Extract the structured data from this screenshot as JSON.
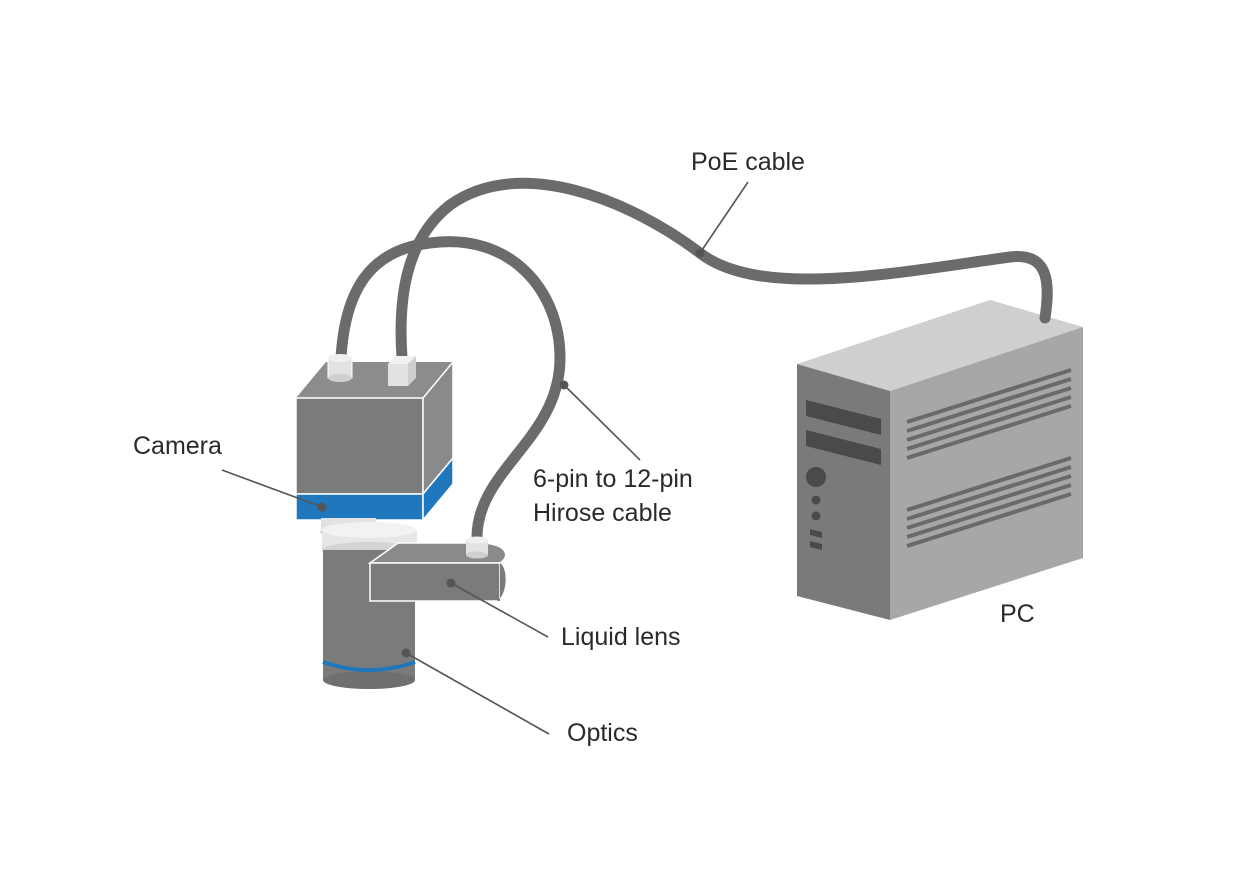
{
  "labels": {
    "poe_cable": "PoE cable",
    "hirose_cable_line1": "6-pin to 12-pin",
    "hirose_cable_line2": "Hirose cable",
    "camera": "Camera",
    "liquid_lens": "Liquid lens",
    "optics": "Optics",
    "pc": "PC"
  },
  "colors": {
    "accent_blue": "#1f78bd",
    "body_gray": "#7b7b7b",
    "cable_gray": "#6b6b6b",
    "connector_light": "#e2e2e2",
    "leader_line": "#555555"
  }
}
